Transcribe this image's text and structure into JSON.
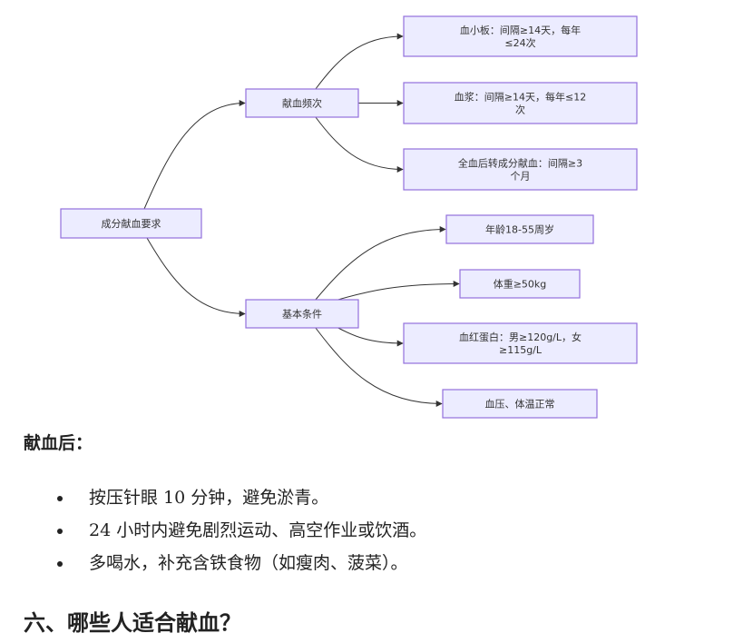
{
  "diagram": {
    "root": {
      "id": "root",
      "label": "成分献血要求"
    },
    "groups": [
      {
        "id": "freq",
        "label": "献血频次",
        "children": [
          {
            "id": "platelet",
            "lines": [
              "血小板：间隔≥14天，每年",
              "≤24次"
            ]
          },
          {
            "id": "plasma",
            "lines": [
              "血浆：间隔≥14天，每年≤12",
              "次"
            ]
          },
          {
            "id": "wholeblood",
            "lines": [
              "全血后转成分献血：间隔≥3",
              "个月"
            ]
          }
        ]
      },
      {
        "id": "basic",
        "label": "基本条件",
        "children": [
          {
            "id": "age",
            "lines": [
              "年龄18-55周岁"
            ]
          },
          {
            "id": "weight",
            "lines": [
              "体重≥50kg"
            ]
          },
          {
            "id": "hemoglobin",
            "lines": [
              "血红蛋白：男≥120g/L，女",
              "≥115g/L"
            ]
          },
          {
            "id": "vitals",
            "lines": [
              "血压、体温正常"
            ]
          }
        ]
      }
    ],
    "colors": {
      "node_fill": "#ECECFF",
      "node_stroke": "#9370DB",
      "edge": "#333333"
    }
  },
  "after_donation": {
    "label": "献血后：",
    "tips": [
      "按压针眼 10 分钟，避免淤青。",
      "24 小时内避免剧烈运动、高空作业或饮酒。",
      "多喝水，补充含铁食物（如瘦肉、菠菜）。"
    ]
  },
  "next_section": {
    "heading": "六、哪些人适合献血？"
  }
}
